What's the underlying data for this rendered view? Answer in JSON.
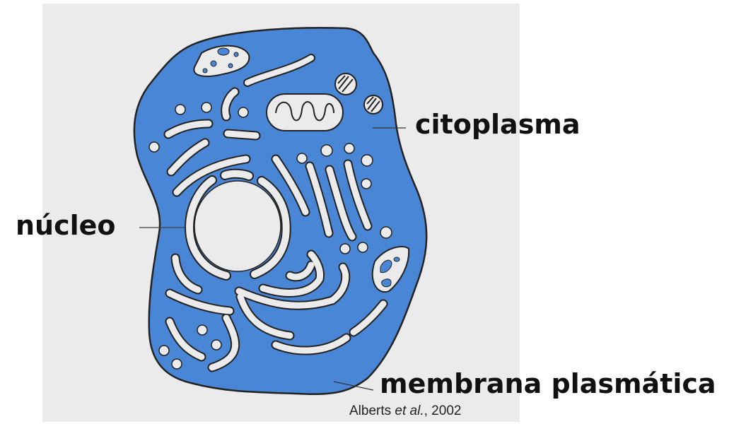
{
  "labels": {
    "citoplasma": "citoplasma",
    "nucleo": "núcleo",
    "membrana": "membrana plasmática"
  },
  "credit": {
    "author": "Alberts",
    "etal": "et al.",
    "year": ", 2002"
  },
  "colors": {
    "cytoplasm": "#4a86d6",
    "organelle": "#ebebeb",
    "outline": "#222222",
    "panel": "#ebebeb"
  }
}
